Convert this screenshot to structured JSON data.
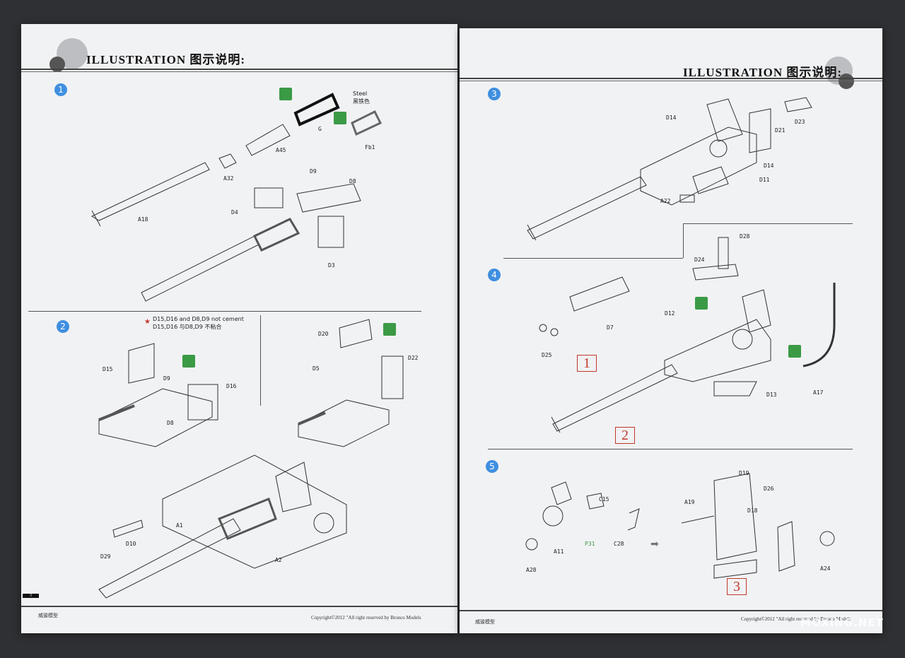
{
  "left_page": {
    "header_title": "ILLUSTRATION 图示说明:",
    "steps": [
      "1",
      "2"
    ],
    "step1_labels": {
      "steel": "Steel",
      "steel_cn": "黑铁色",
      "g": "G",
      "fb1": "Fb1",
      "a45": "A45",
      "a32": "A32",
      "a18": "A18",
      "d9": "D9",
      "d8": "D8",
      "d4": "D4",
      "d3": "D3"
    },
    "step2_note_line1": "D15,D16 and D8,D9 not cement",
    "step2_note_line2": "D15,D16 与D8,D9 不粘合",
    "step2_labels": {
      "d15": "D15",
      "d9": "D9",
      "d16": "D16",
      "d8": "D8",
      "d20": "D20",
      "d22": "D22",
      "d5": "D5",
      "a1": "A1",
      "a2": "A2",
      "d10": "D10",
      "d29": "D29"
    },
    "page_number": "3",
    "footer_left": "威骏模型",
    "footer_right": "Copyright©2012 \"All right reserved by Bronco Models"
  },
  "right_page": {
    "header_title": "ILLUSTRATION 图示说明:",
    "steps": [
      "3",
      "4",
      "5"
    ],
    "step3_labels": {
      "d14a": "D14",
      "d21": "D21",
      "d23": "D23",
      "d14b": "D14",
      "d11": "D11",
      "a22": "A22"
    },
    "step4_labels": {
      "d28": "D28",
      "d24": "D24",
      "d12": "D12",
      "d7": "D7",
      "d25": "D25",
      "d13": "D13",
      "a17": "A17"
    },
    "step5_labels": {
      "c15": "C15",
      "a11": "A11",
      "p31": "P31",
      "c28": "C28",
      "a28": "A28",
      "d19": "D19",
      "d26": "D26",
      "a19": "A19",
      "d18": "D18",
      "a24": "A24"
    },
    "sub_boxes": [
      "1",
      "2",
      "3"
    ],
    "footer_left": "威骏模型",
    "footer_right": "Copyright©2012 \"All right reserved by Bronco Models"
  },
  "watermark": "MOXING.NET",
  "colors": {
    "step_badge": "#3f8fe0",
    "box_red": "#c0392b",
    "icon_green": "#3b9a45",
    "paper": "#f1f2f4"
  }
}
